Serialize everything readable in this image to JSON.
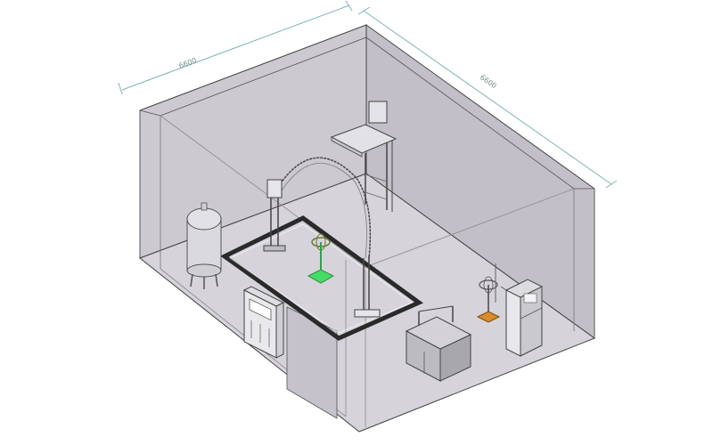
{
  "dimensions": {
    "width_label": "6600",
    "depth_label": "6600"
  },
  "colors": {
    "background": "#ffffff",
    "room_fill": "#c9c5cd",
    "room_edge": "#3a3a3a",
    "dimension_line": "#7fb3b3",
    "drain_ring": "#2a2a2a",
    "spray_accent": "#22cc55",
    "orange_accent": "#d98a2b"
  },
  "icons": [
    "pressure-tank",
    "control-cabinet",
    "spray-arch",
    "elevated-platform",
    "rotating-sample-stand",
    "test-chamber",
    "electrical-panel"
  ]
}
